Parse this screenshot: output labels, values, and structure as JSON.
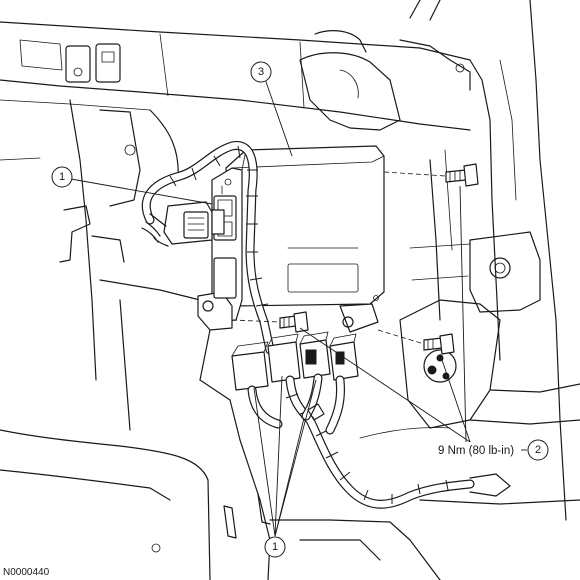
{
  "callouts": {
    "module_connector": "1",
    "bolts": "2",
    "module": "3",
    "relays": "1"
  },
  "torque_spec": "9 Nm (80 lb-in)",
  "figure_id": "N0000440",
  "colors": {
    "line": "#1a1a1a",
    "background": "#ffffff"
  }
}
